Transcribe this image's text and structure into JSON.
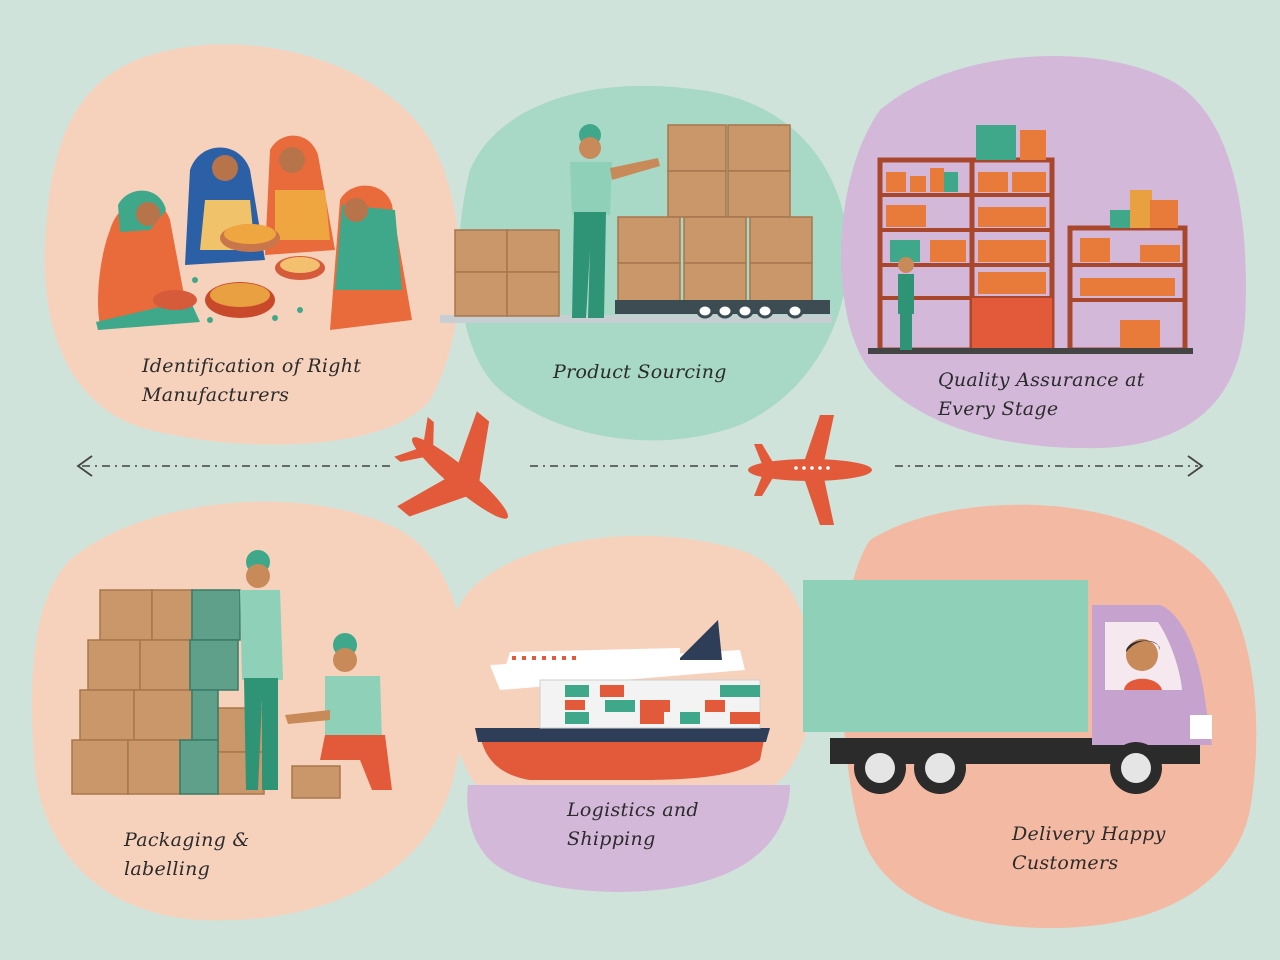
{
  "colors": {
    "background": "#cfe3da",
    "peach": "#f6d2bd",
    "mint": "#a8d8c6",
    "lavender": "#d3b8da",
    "salmon": "#f3b9a2",
    "accent_orange": "#e35a3a",
    "teal": "#3fa88a",
    "cardboard": "#c9976a"
  },
  "stages": [
    {
      "id": "manufacturers",
      "lines": [
        "Identification of Right",
        "Manufacturers"
      ],
      "icon": "artisans-icon"
    },
    {
      "id": "sourcing",
      "lines": [
        "Product Sourcing"
      ],
      "icon": "boxes-pallet-icon"
    },
    {
      "id": "quality",
      "lines": [
        "Quality Assurance at",
        "Every Stage"
      ],
      "icon": "warehouse-shelves-icon"
    },
    {
      "id": "packaging",
      "lines": [
        "Packaging &",
        "labelling"
      ],
      "icon": "packers-icon"
    },
    {
      "id": "logistics",
      "lines": [
        "Logistics and",
        "Shipping"
      ],
      "icon": "cargo-ship-icon"
    },
    {
      "id": "delivery",
      "lines": [
        "Delivery Happy",
        "Customers"
      ],
      "icon": "delivery-truck-icon"
    }
  ],
  "connector": {
    "left_arrow": "arrow-left-icon",
    "right_arrow": "arrow-right-icon",
    "planes": [
      "airplane-icon",
      "airplane-icon"
    ]
  }
}
